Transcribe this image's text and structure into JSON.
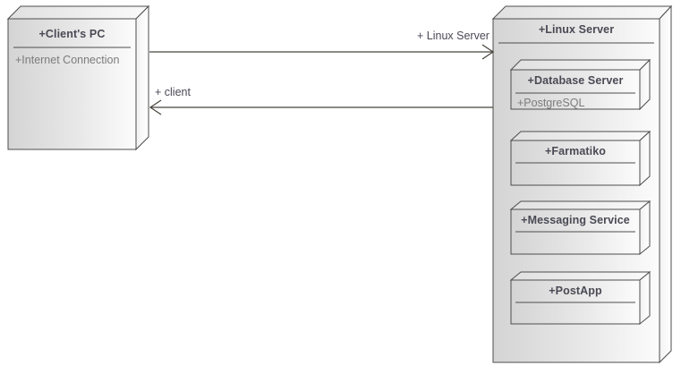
{
  "diagram": {
    "type": "uml-deployment-diagram",
    "background": "#ffffff",
    "stroke_color": "#4d4d4d",
    "title_text_color": "#4a4a55",
    "sub_text_color": "#7c7c7c",
    "fill_gradient_start": "#d4d4d4",
    "fill_gradient_end": "#fcfcfc"
  },
  "nodes": {
    "client_pc": {
      "title": "+Client's PC",
      "artifact": "+Internet Connection"
    },
    "linux_server": {
      "title": "+Linux Server",
      "children": [
        {
          "title": "+Database Server",
          "artifact": "+PostgreSQL"
        },
        {
          "title": "+Farmatiko",
          "artifact": ""
        },
        {
          "title": "+Messaging Service",
          "artifact": ""
        },
        {
          "title": "+PostApp",
          "artifact": ""
        }
      ]
    }
  },
  "connections": [
    {
      "label": "+ Linux Server",
      "direction": "client-to-server"
    },
    {
      "label": "+ client",
      "direction": "server-to-client"
    }
  ]
}
